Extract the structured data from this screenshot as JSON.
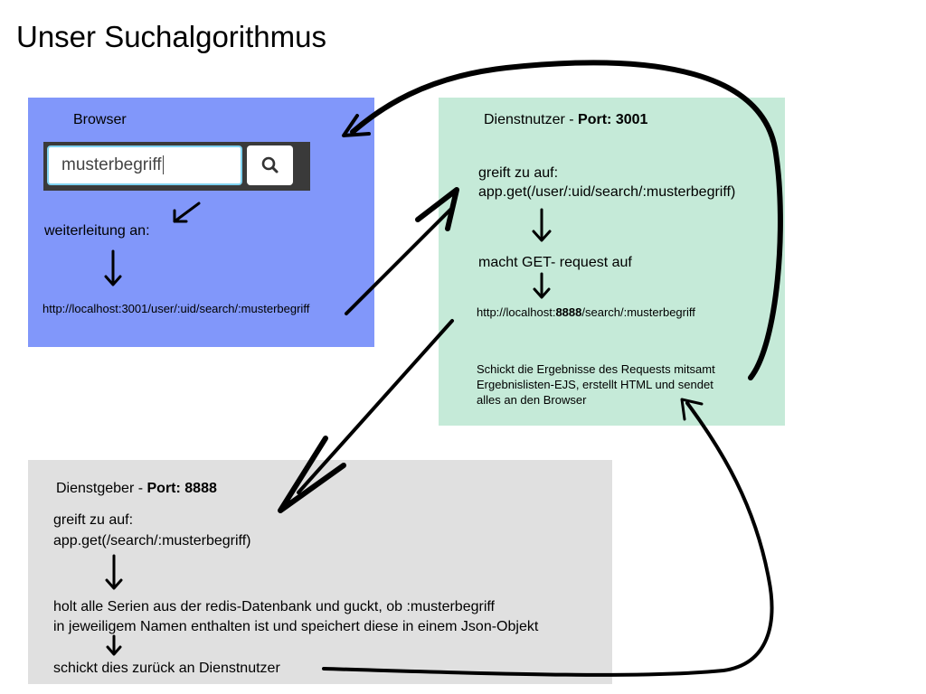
{
  "title": "Unser Suchalgorithmus",
  "browser": {
    "heading": "Browser",
    "search_value": "musterbegriff",
    "search_icon": "search-icon",
    "redirect_label": "weiterleitung an:",
    "url": "http://localhost:3001/user/:uid/search/:musterbegriff",
    "color": "#8197fa"
  },
  "dienstnutzer": {
    "heading_prefix": "Dienstnutzer - ",
    "heading_port": "Port: 3001",
    "access_label": "greift zu auf:",
    "route": "app.get(/user/:uid/search/:musterbegriff)",
    "request_label": "macht GET- request auf",
    "url_prefix": "http://localhost:",
    "url_port": "8888",
    "url_suffix": "/search/:musterbegriff",
    "result_lines": [
      "Schickt die Ergebnisse des Requests mitsamt",
      "Ergebnislisten-EJS, erstellt HTML und sendet",
      "alles an den Browser"
    ],
    "color": "#c5ead8"
  },
  "dienstgeber": {
    "heading_prefix": "Dienstgeber - ",
    "heading_port": "Port: 8888",
    "access_label": "greift zu auf:",
    "route": "app.get(/search/:musterbegriff)",
    "fetch_lines": [
      "holt alle Serien aus der redis-Datenbank und guckt, ob :musterbegriff",
      "in jeweiligem Namen enthalten ist und speichert diese in einem Json-Objekt"
    ],
    "return_label": "schickt dies zurück an Dienstnutzer",
    "color": "#e0e0e0"
  }
}
